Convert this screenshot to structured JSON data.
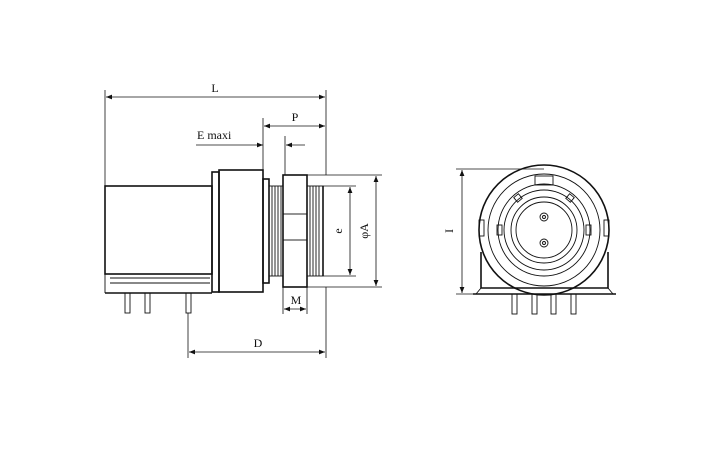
{
  "labels": {
    "L": "L",
    "P": "P",
    "E": "E maxi",
    "e": "e",
    "phiA": "φA",
    "M": "M",
    "D": "D",
    "I": "I"
  }
}
